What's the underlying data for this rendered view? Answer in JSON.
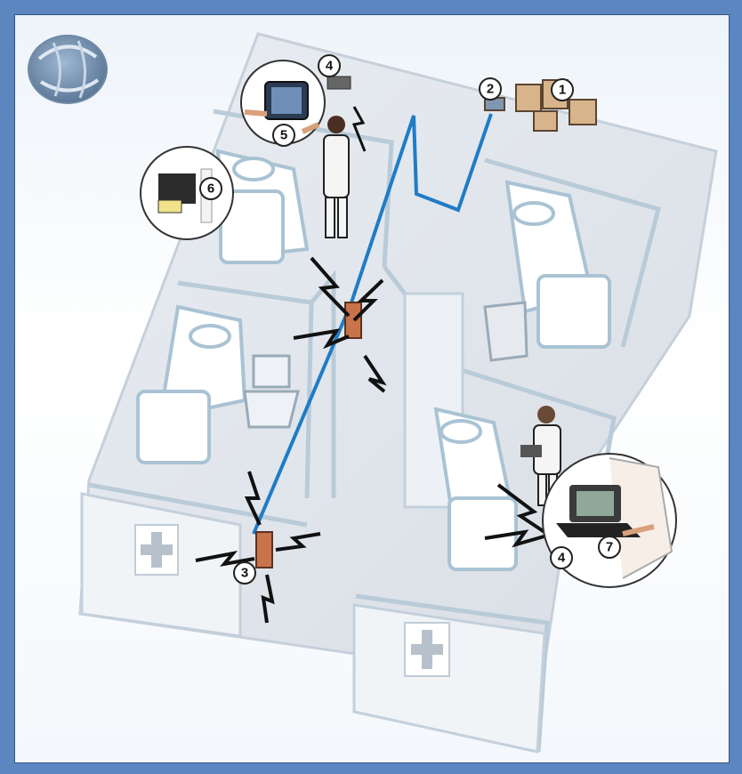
{
  "callouts": {
    "n1": "1",
    "n2": "2",
    "n3": "3",
    "n4a": "4",
    "n4b": "4",
    "n5": "5",
    "n6": "6",
    "n7": "7"
  },
  "colors": {
    "frame": "#5b86c0",
    "network_cable": "#1f7cc6",
    "floor": "#e3e8ee",
    "wall_outline": "#b9cbd8",
    "access_point": "#c8734a"
  },
  "icons": {
    "logo": "globe-logo-icon",
    "bed": "hospital-bed-icon",
    "cross": "medical-cross-icon",
    "printer": "printer-icon",
    "tablet": "tablet-device-icon",
    "laptop": "laptop-icon",
    "access_point": "wireless-access-point-icon",
    "server": "server-computers-icon",
    "doctor": "doctor-figure-icon"
  }
}
